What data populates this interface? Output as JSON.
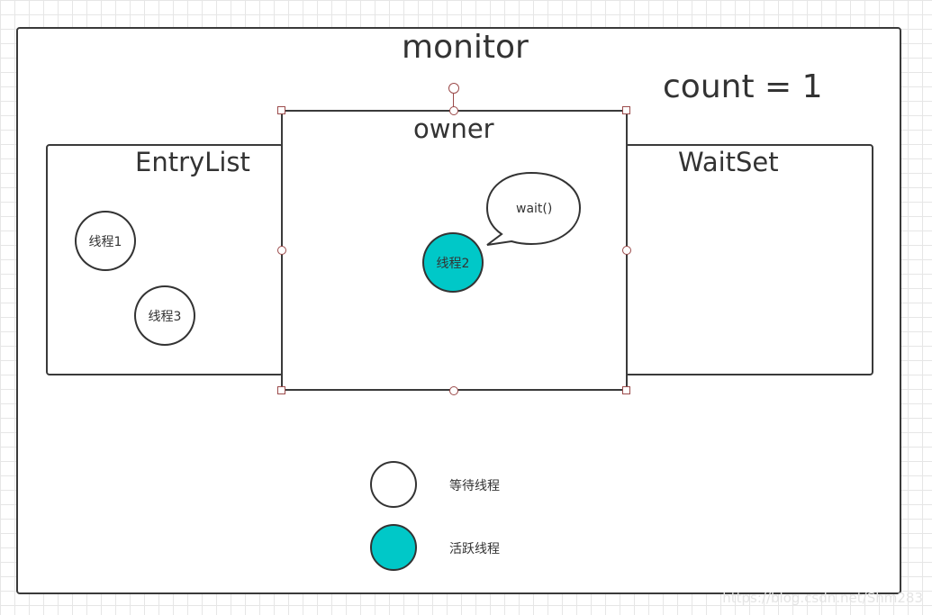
{
  "monitor": {
    "label": "monitor",
    "count_label": "count = 1"
  },
  "entry_list": {
    "label": "EntryList",
    "threads": [
      {
        "label": "线程1"
      },
      {
        "label": "线程3"
      }
    ]
  },
  "owner": {
    "label": "owner",
    "thread": {
      "label": "线程2"
    },
    "speech": "wait()"
  },
  "wait_set": {
    "label": "WaitSet"
  },
  "legend": {
    "waiting_label": "等待线程",
    "active_label": "活跃线程"
  },
  "watermark": "https://blog.csdn.net/Shm283",
  "colors": {
    "active": "#00c8c8",
    "stroke": "#333333",
    "handle": "#9b4a4a"
  }
}
